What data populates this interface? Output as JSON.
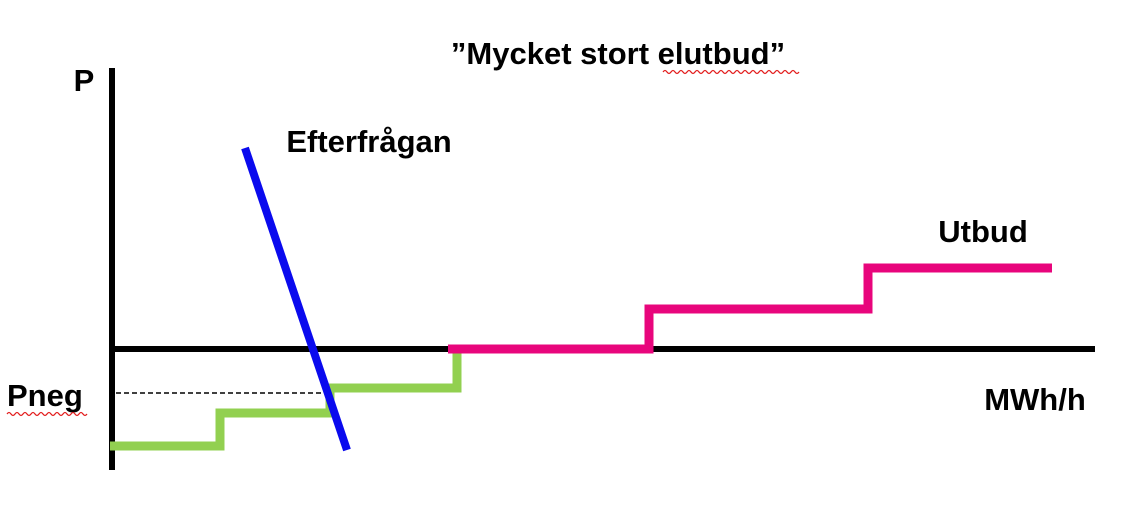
{
  "title": "”Mycket stort elutbud”",
  "axes": {
    "y_label": "P",
    "x_label": "MWh/h"
  },
  "labels": {
    "demand": "Efterfrågan",
    "supply": "Utbud",
    "pneg": "Pneg"
  },
  "colors": {
    "axis": "#000000",
    "demand": "#0a0aee",
    "supply_positive": "#e8057c",
    "supply_negative": "#92d050",
    "guide": "#000000",
    "spellcheck": "#e21b1b"
  }
}
